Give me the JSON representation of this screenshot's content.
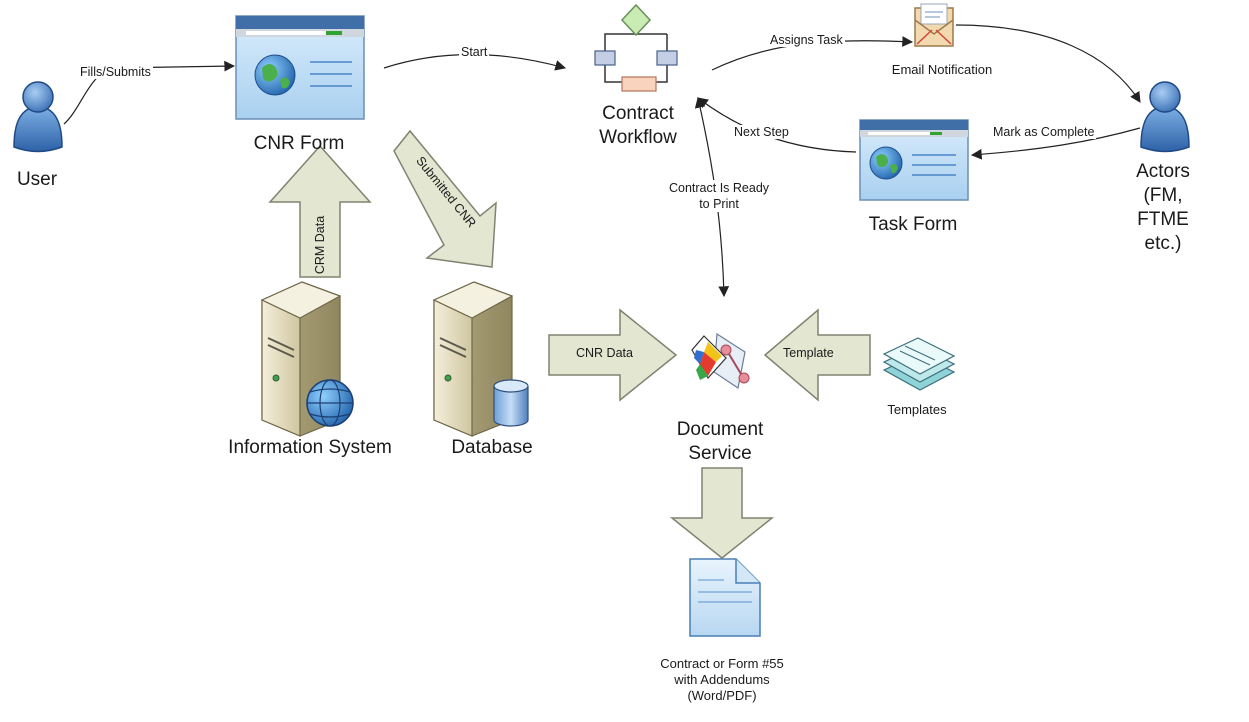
{
  "nodes": {
    "user": "User",
    "cnr_form": "CNR Form",
    "contract_workflow": "Contract\nWorkflow",
    "email_notification": "Email Notification",
    "actors": "Actors\n(FM, FTME etc.)",
    "task_form": "Task Form",
    "information_system": "Information System",
    "database": "Database",
    "document_service": "Document\nService",
    "templates": "Templates",
    "output_document": "Contract or Form #55\nwith Addendums\n(Word/PDF)"
  },
  "edges": {
    "fills_submits": "Fills/Submits",
    "start": "Start",
    "assigns_task": "Assigns Task",
    "next_step": "Next Step",
    "mark_as_complete": "Mark as Complete",
    "contract_ready": "Contract Is Ready\nto Print"
  },
  "block_arrows": {
    "crm_data": "CRM Data",
    "submitted_cnr": "Submitted CNR",
    "cnr_data": "CNR Data",
    "template": "Template"
  },
  "colors": {
    "block_arrow_fill": "#e3e7d1",
    "block_arrow_stroke": "#7f8471",
    "line": "#222222",
    "user_blue": "#4a7fc1",
    "server_beige": "#e9e2c4"
  },
  "icons": [
    "user-icon",
    "form-window-icon",
    "workflow-icon",
    "email-envelope-icon",
    "server-icon",
    "globe-icon",
    "database-cylinder-icon",
    "document-service-icon",
    "templates-stack-icon",
    "document-icon"
  ]
}
